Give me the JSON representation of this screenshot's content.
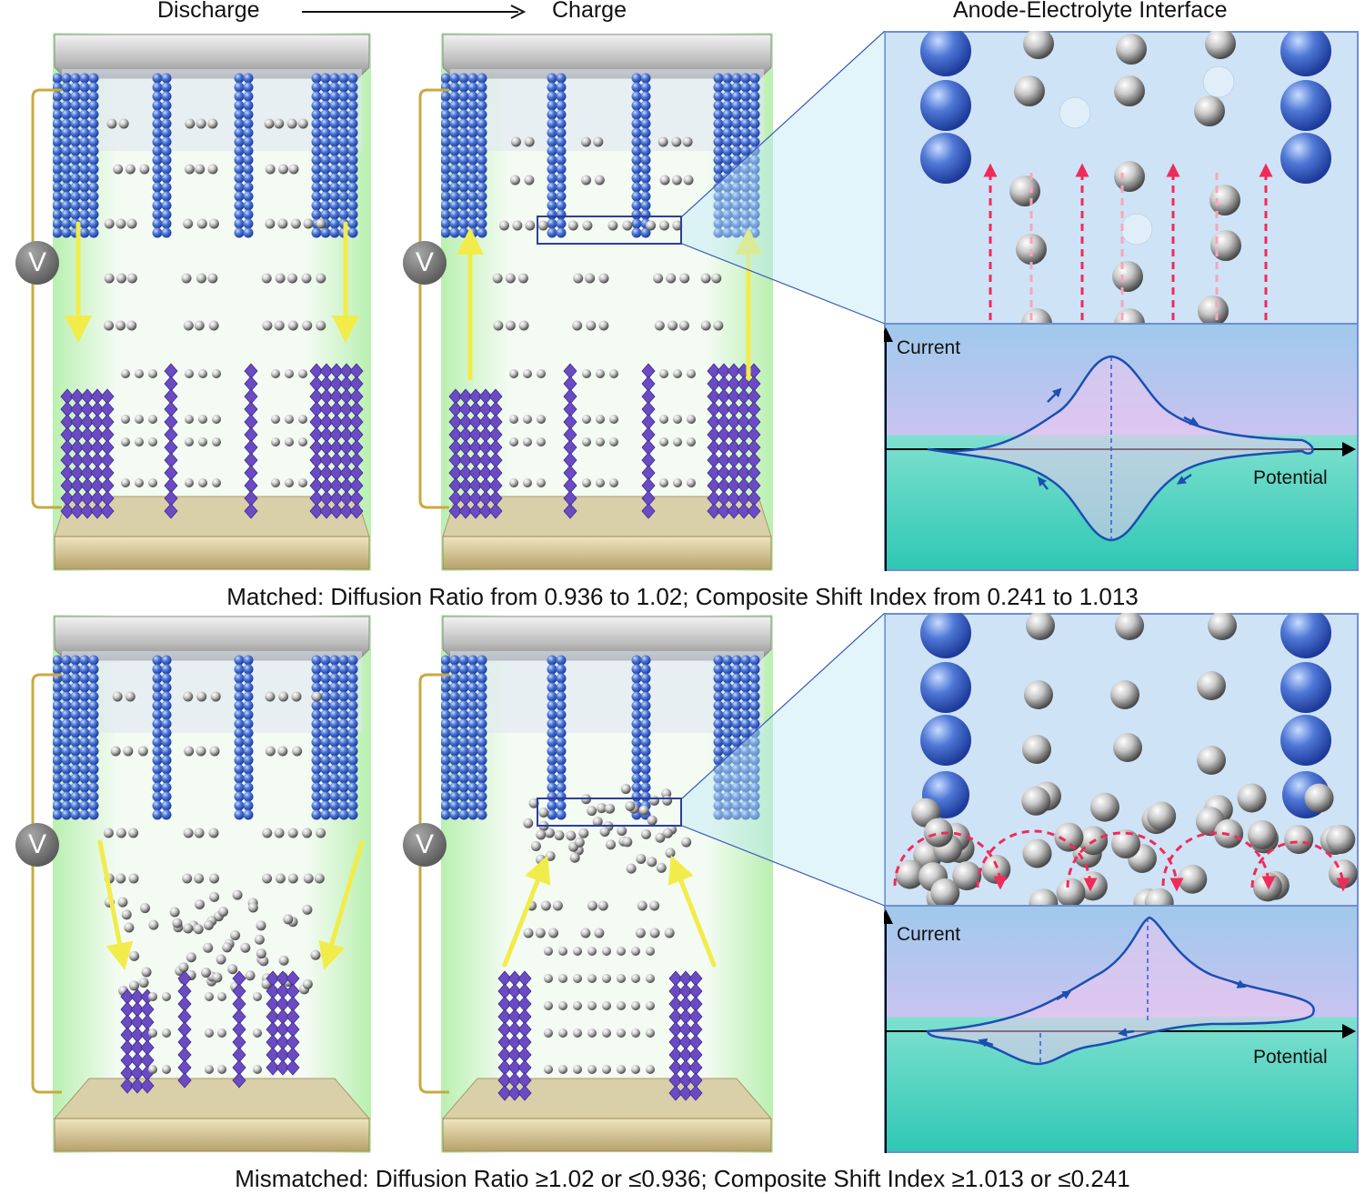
{
  "headers": {
    "discharge": "Discharge",
    "charge": "Charge",
    "interface": "Anode-Electrolyte Interface"
  },
  "badge": "V",
  "panels": {
    "matched": {
      "caption": "Matched: Diffusion Ratio from 0.936 to 1.02; Composite Shift Index from 0.241 to 1.013",
      "plot": {
        "y_label": "Current",
        "x_label": "Potential"
      }
    },
    "mismatched": {
      "caption": "Mismatched: Diffusion Ratio ≥1.02 or ≤0.936; Composite Shift Index ≥1.013 or ≤0.241",
      "plot": {
        "y_label": "Current",
        "x_label": "Potential"
      }
    }
  },
  "colors": {
    "anode": "#4f78d6",
    "cathode": "#6b4bc4",
    "ion": "#b9b9b9",
    "arrow_flux": "#f2ec4a",
    "arrow_interface": "#ef2b5a",
    "curve": "#1a4fb3",
    "plot_top": "#9fc9ec",
    "plot_bottom": "#2ec8b4"
  }
}
